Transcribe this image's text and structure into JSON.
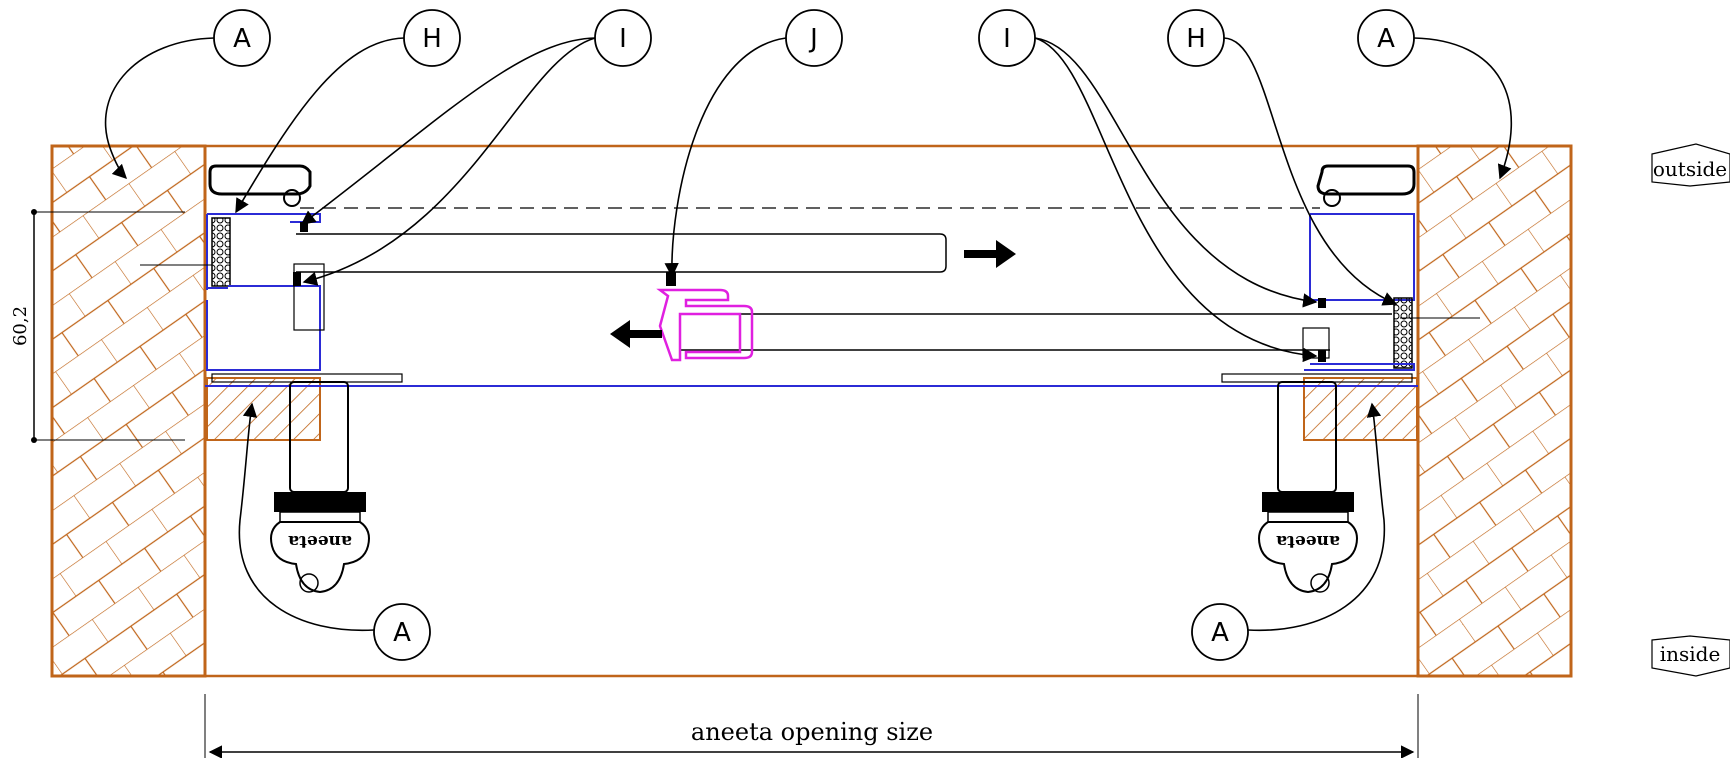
{
  "callouts": {
    "top": [
      "A",
      "H",
      "I",
      "J",
      "I",
      "H",
      "A"
    ],
    "bottom_left": "A",
    "bottom_right": "A"
  },
  "labels": {
    "outside": "outside",
    "inside": "inside",
    "dimension": "60,2",
    "opening_size": "aneeta opening size",
    "key_brand": "aneeta"
  },
  "colors": {
    "wall": "#c0651a",
    "frame": "#2b2bd6",
    "interlock": "#e020e0",
    "line": "#000000"
  }
}
